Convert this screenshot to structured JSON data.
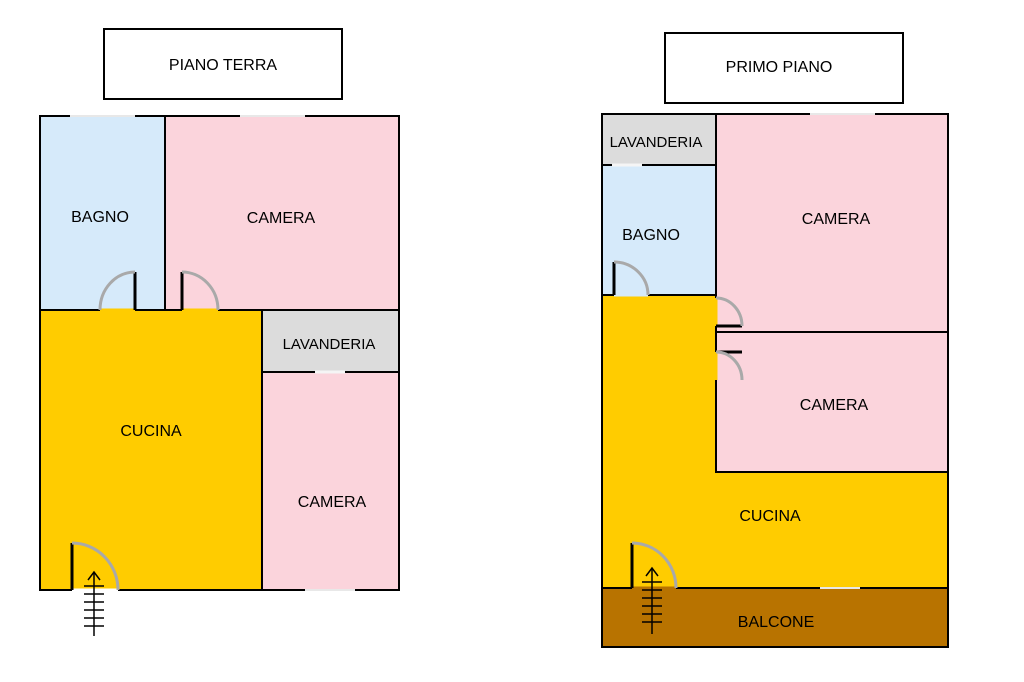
{
  "colors": {
    "bath": "#d6eafa",
    "bedroom": "#fbd4dc",
    "kitchen": "#ffcc00",
    "laundry": "#dcdcdc",
    "balcony": "#b87300",
    "wall": "#000000",
    "door": "#a9a9a9"
  },
  "ground_floor": {
    "title": "PIANO TERRA",
    "rooms": {
      "bagno": "BAGNO",
      "camera_top": "CAMERA",
      "lavanderia": "LAVANDERIA",
      "cucina": "CUCINA",
      "camera_bottom": "CAMERA"
    }
  },
  "first_floor": {
    "title": "PRIMO PIANO",
    "rooms": {
      "lavanderia": "LAVANDERIA",
      "bagno": "BAGNO",
      "camera_top": "CAMERA",
      "camera_middle": "CAMERA",
      "cucina": "CUCINA",
      "balcone": "BALCONE"
    }
  }
}
